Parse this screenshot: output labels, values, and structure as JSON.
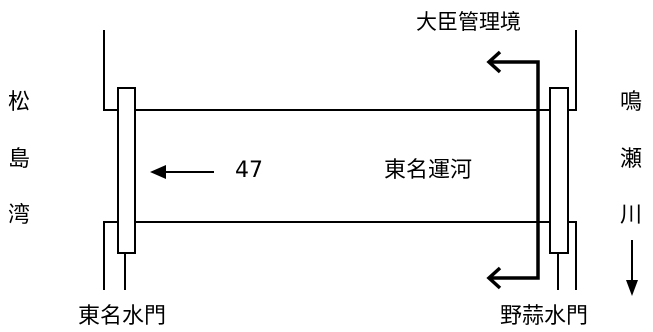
{
  "left_side": [
    "松",
    "島",
    "湾"
  ],
  "right_side": [
    "鳴",
    "瀬",
    "川"
  ],
  "canal_name": "東名運河",
  "flow_value": "47",
  "gate_left": "東名水門",
  "gate_right": "野蒜水門",
  "ministry": "大臣管理境",
  "colors": {
    "line": "#000000",
    "background": "#ffffff"
  },
  "icons": [
    "left-arrow-icon",
    "down-arrow-icon",
    "boundary-bracket-arrow-icon"
  ]
}
